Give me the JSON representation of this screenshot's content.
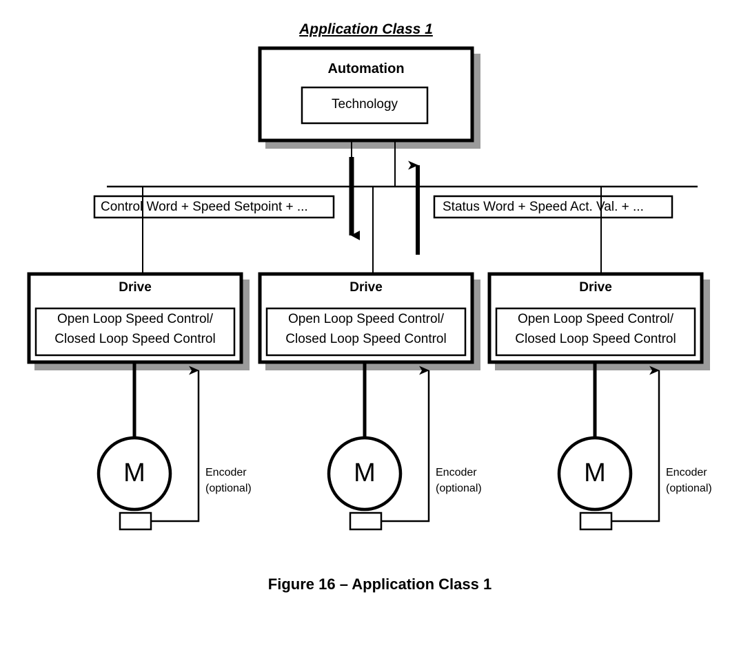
{
  "figure": {
    "title": "Application Class 1",
    "caption": "Figure 16 – Application Class 1",
    "colors": {
      "line": "#000000",
      "shadow": "#9b9b9b",
      "background": "#ffffff"
    }
  },
  "automation": {
    "heading": "Automation",
    "inner_label": "Technology"
  },
  "bus": {
    "downstream_label": "Control Word + Speed Setpoint + ...",
    "upstream_label": "Status Word + Speed Act. Val. + ..."
  },
  "drives": [
    {
      "heading": "Drive",
      "control_line_1": "Open Loop Speed Control/",
      "control_line_2": "Closed Loop Speed Control",
      "motor_letter": "M",
      "encoder_line_1": "Encoder",
      "encoder_line_2": "(optional)"
    },
    {
      "heading": "Drive",
      "control_line_1": "Open Loop Speed Control/",
      "control_line_2": "Closed Loop Speed Control",
      "motor_letter": "M",
      "encoder_line_1": "Encoder",
      "encoder_line_2": "(optional)"
    },
    {
      "heading": "Drive",
      "control_line_1": "Open Loop Speed Control/",
      "control_line_2": "Closed Loop Speed Control",
      "motor_letter": "M",
      "encoder_line_1": "Encoder",
      "encoder_line_2": "(optional)"
    }
  ]
}
